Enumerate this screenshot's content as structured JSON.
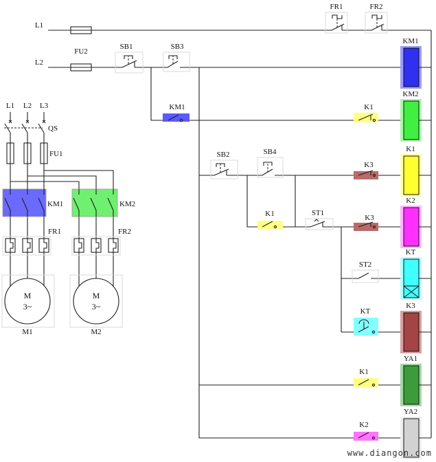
{
  "colors": {
    "coil_km1": "#3030f0",
    "coil_km1_shadow": "#9c9cff",
    "coil_km2": "#40f040",
    "coil_km2_shadow": "#aef5ae",
    "coil_k1": "#ffff30",
    "coil_k1_shadow": "#ffffb4",
    "coil_k2": "#ff30ff",
    "coil_k2_shadow": "#ffb4ff",
    "coil_kt": "#40ffff",
    "coil_kt_shadow": "#b4ffff",
    "coil_k3": "#a44444",
    "coil_k3_shadow": "#d9a0a0",
    "coil_ya1": "#3c9c3c",
    "coil_ya1_shadow": "#a6d6a6",
    "coil_ya2": "#d2d2d2",
    "coil_ya2_shadow": "#eeeeee",
    "contact_blue": "#5a5aff",
    "contact_yellow": "#ffff82",
    "contact_brown": "#b96a6a",
    "contact_cyan": "#84ffff",
    "contact_magenta": "#ff74ff",
    "power_km1": "#6a6aff",
    "power_km2": "#70f070"
  },
  "supply": {
    "l1": "L1",
    "l2": "L2"
  },
  "control": {
    "fu2": "FU2",
    "sb1": "SB1",
    "sb3": "SB3",
    "sb2": "SB2",
    "sb4": "SB4",
    "fr1": "FR1",
    "fr2": "FR2",
    "st1": "ST1",
    "st2": "ST2"
  },
  "contacts": {
    "km1_hold": "KM1",
    "k1_km2": "K1",
    "k3_k1": "K3",
    "k1_hold": "K1",
    "k3_k2": "K3",
    "kt_k3": "KT",
    "k1_ya1": "K1",
    "k2_ya2": "K2"
  },
  "coils": {
    "km1": "KM1",
    "km2": "KM2",
    "k1": "K1",
    "k2": "K2",
    "kt": "KT",
    "k3": "K3",
    "ya1": "YA1",
    "ya2": "YA2"
  },
  "power": {
    "l1": "L1",
    "l2": "L2",
    "l3": "L3",
    "qs": "QS",
    "fu1": "FU1",
    "km1": "KM1",
    "km2": "KM2",
    "fr1": "FR1",
    "fr2": "FR2",
    "motor1": {
      "symbol": "M",
      "phase": "3~",
      "label": "M1"
    },
    "motor2": {
      "symbol": "M",
      "phase": "3~",
      "label": "M2"
    }
  },
  "watermark": "www.diangon.com"
}
